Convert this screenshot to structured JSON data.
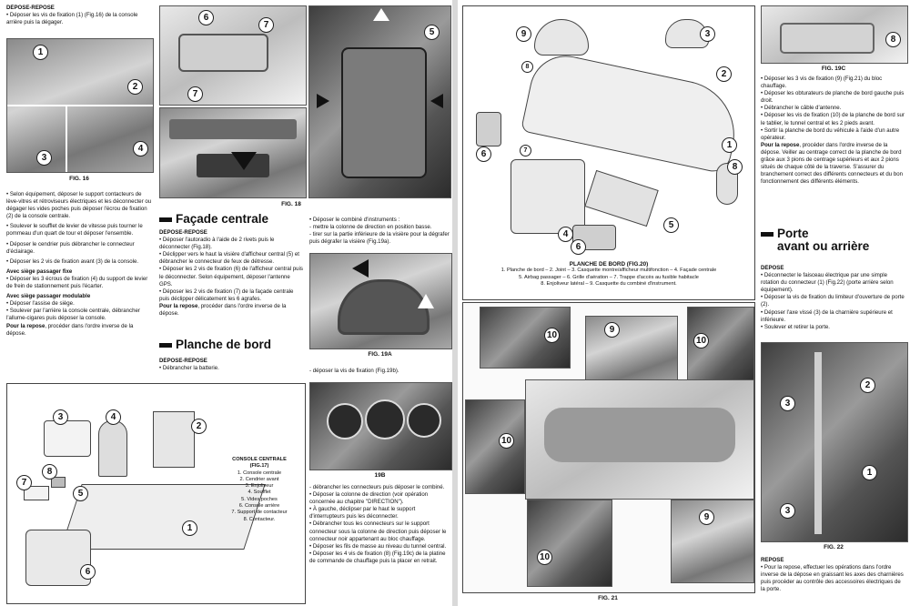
{
  "left": {
    "topleft_block": {
      "heading": "DÉPOSE-REPOSE",
      "text": "• Déposer les vis de fixation (1) (Fig.16) de la console arrière puis la dégager."
    },
    "fig16": {
      "caption": "FIG. 16",
      "callouts": [
        "1",
        "2",
        "3",
        "4"
      ]
    },
    "fig18": {
      "caption": "FIG. 18",
      "callouts": [
        "6",
        "7",
        "7",
        "5"
      ]
    },
    "col1_text": {
      "p1": "• Selon équipement, déposer le support contacteurs de lève-vitres et rétroviseurs électriques et les déconnecter ou dégager les vides poches puis déposer l'écrou de fixation (2) de la console centrale.",
      "p2": "• Soulever le soufflet de levier de vitesse puis tourner le pommeau d'un quart de tour et déposer l'ensemble.",
      "p3": "• Déposer le cendrier puis débrancher le connecteur d'éclairage.",
      "p4": "• Déposer les 2 vis de fixation avant (3) de la console.",
      "h1": "Avec siège passager fixe",
      "p5": "• Déposer les 3 écrous de fixation (4) du support de levier de frein de stationnement puis l'écarter.",
      "h2": "Avec siège passager modulable",
      "p6": "• Déposer l'assise de siège.",
      "p7": "• Soulever par l'arrière la console centrale, débrancher l'allume-cigares puis déposer la console.",
      "p8_bold": "Pour la repose",
      "p8": ", procéder dans l'ordre inverse de la dépose."
    },
    "facade": {
      "title": "Façade centrale",
      "heading": "DÉPOSE-REPOSE",
      "p1": "• Déposer l'autoradio à l'aide de 2 rivets puis le déconnecter (Fig.18).",
      "p2": "• Déclipper vers le haut la visière d'afficheur central (5) et débrancher le connecteur de feux de détresse.",
      "p3": "• Déposer les 2 vis de fixation (6) de l'afficheur central puis le déconnecter. Selon équipement, déposer l'antenne GPS.",
      "p4": "• Déposer les 2 vis de fixation (7) de la façade centrale puis déclipper délicatement les 6 agrafes.",
      "p5_bold": "Pour la repose",
      "p5": ", procéder dans l'ordre inverse de la dépose."
    },
    "planche": {
      "title": "Planche de bord",
      "heading": "DÉPOSE-REPOSE",
      "p1": "• Débrancher la batterie."
    },
    "col3_top": {
      "p1": "• Déposer le combiné d'instruments :",
      "p2": "- mettre la colonne de direction en position basse.",
      "p3": "- tirer sur la partie inférieure de la visière pour la dégrafer puis dégrafer la visière (Fig.19a)."
    },
    "fig19a": {
      "caption": "FIG. 19A"
    },
    "col3_mid": {
      "p1": "- déposer la vis de fixation (Fig.19b)."
    },
    "fig19b": {
      "caption": "19B"
    },
    "fig17": {
      "title": "CONSOLE CENTRALE",
      "subtitle": "(FIG.17)",
      "items": [
        "1. Console centrale",
        "2. Cendrier avant",
        "3. Enjoliveur",
        "4. Soufflet",
        "5. Vides poches",
        "6. Console arrière",
        "7. Support de contacteur",
        "8. Contacteur."
      ],
      "callouts": [
        "3",
        "4",
        "2",
        "7",
        "8",
        "5",
        "1",
        "6"
      ]
    },
    "col3_bottom": {
      "p1": "- débrancher les connecteurs puis déposer le combiné.",
      "p2": "• Déposer la colonne de direction (voir opération concernée au chapitre \"DIRECTION\").",
      "p3": "• À gauche, déclipser par le haut le support d'interrupteurs puis les déconnecter.",
      "p4": "• Débrancher tous les connecteurs sur le support connecteur sous la colonne de direction puis déposer le connecteur noir appartenant au bloc chauffage.",
      "p5": "• Déposer les fils de masse au niveau du tunnel central.",
      "p6": "• Déposer les 4 vis de fixation (8) (Fig.19c) de la platine de commande de chauffage puis la placer en retrait."
    }
  },
  "right": {
    "fig20": {
      "title": "PLANCHE DE BORD (FIG.20)",
      "line1": "1. Planche de bord – 2. Joint – 3. Casquette montre/afficheur multifonction – 4. Façade centrale",
      "line2": "5. Airbag passager – 6. Grille d'aération – 7. Trappe d'accès au fusible habitacle",
      "line3": "8. Enjoliveur latéral – 9. Casquette du combiné d'instrument.",
      "callouts": [
        "9",
        "3",
        "8",
        "2",
        "1",
        "7",
        "6",
        "8",
        "4",
        "5",
        "6"
      ]
    },
    "fig19c": {
      "caption": "FIG. 19C",
      "callouts": [
        "8"
      ]
    },
    "col_text": {
      "p1": "• Déposer les 3 vis de fixation (9) (Fig.21) du bloc chauffage.",
      "p2": "• Déposer les obturateurs de planche de bord gauche puis droit.",
      "p3": "• Débrancher le câble d'antenne.",
      "p4": "• Déposer les vis de fixation (10) de la planche de bord sur le tablier, le tunnel central et les 2 pieds avant.",
      "p5": "• Sortir la planche de bord du véhicule à l'aide d'un autre opérateur.",
      "p6_bold": "Pour la repose",
      "p6": ", procéder dans l'ordre inverse de la dépose. Veiller au centrage correct de la planche de bord grâce aux 3 pions de centrage supérieurs et aux 2 pions situés de chaque côté de la traverse. S'assurer du branchement correct des différents connecteurs et du bon fonctionnement des différents éléments."
    },
    "porte": {
      "title_line1": "Porte",
      "title_line2": "avant ou arrière",
      "heading": "DÉPOSE",
      "p1": "• Déconnecter le faisceau électrique par une simple rotation du connecteur (1) (Fig.22) (porte arrière selon équipement).",
      "p2": "• Déposer la vis de fixation du limiteur d'ouverture de porte (2).",
      "p3": "• Déposer l'axe vissé (3) de la charnière supérieure et inférieure.",
      "p4": "• Soulever et retirer la porte."
    },
    "fig21": {
      "caption": "FIG. 21",
      "callouts": [
        "10",
        "9",
        "10",
        "10",
        "9",
        "10"
      ]
    },
    "fig22": {
      "caption": "FIG. 22",
      "callouts": [
        "3",
        "2",
        "1",
        "3"
      ]
    },
    "repose": {
      "heading": "REPOSE",
      "p1": "• Pour la repose, effectuer les opérations dans l'ordre inverse de la dépose en graissant les axes des charnières puis procéder au contrôle des accessoires électriques de la porte."
    }
  }
}
